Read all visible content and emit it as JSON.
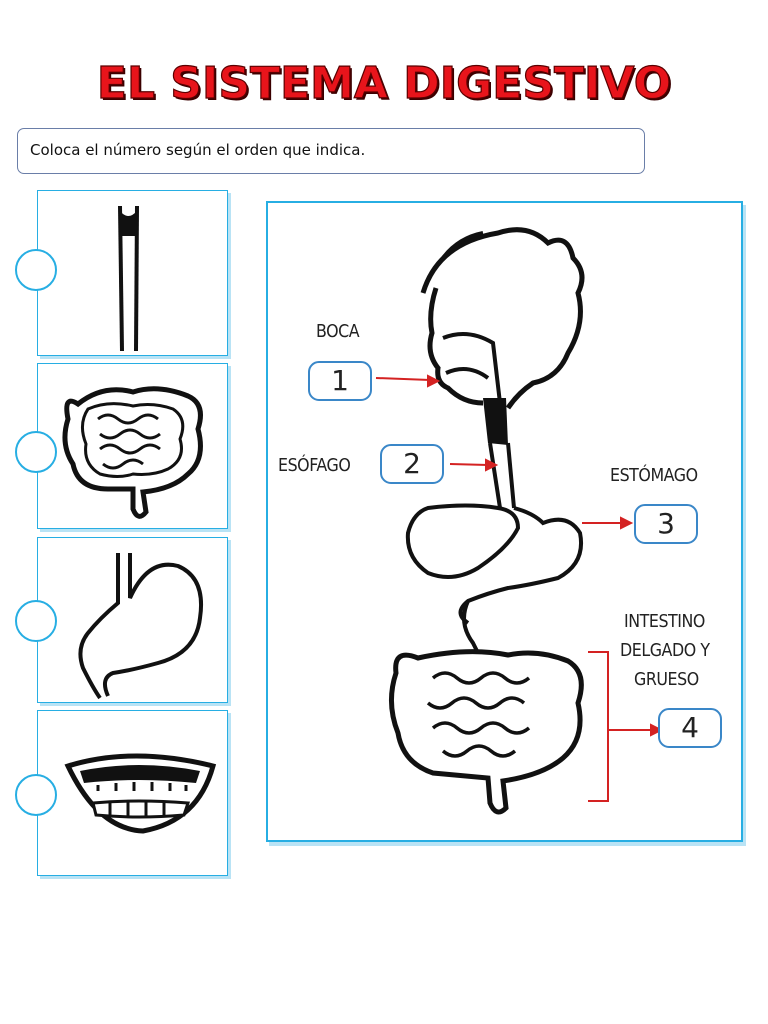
{
  "title": "EL SISTEMA DIGESTIVO",
  "instruction": "Coloca el número según el orden que indica.",
  "answer_cards": [
    {
      "depicts": "esophagus-icon"
    },
    {
      "depicts": "intestines-icon"
    },
    {
      "depicts": "stomach-icon"
    },
    {
      "depicts": "mouth-icon"
    }
  ],
  "diagram": {
    "labels": {
      "boca": "BOCA",
      "esofago": "ESÓFAGO",
      "estomago": "ESTÓMAGO",
      "intestino_line1": "INTESTINO",
      "intestino_line2": "DELGADO Y",
      "intestino_line3": "GRUESO"
    },
    "numbers": {
      "boca": "1",
      "esofago": "2",
      "estomago": "3",
      "intestino": "4"
    }
  },
  "colors": {
    "title": "#e8141b",
    "card_border": "#27aee3",
    "arrow": "#d42222",
    "number_box": "#3a87c8"
  }
}
